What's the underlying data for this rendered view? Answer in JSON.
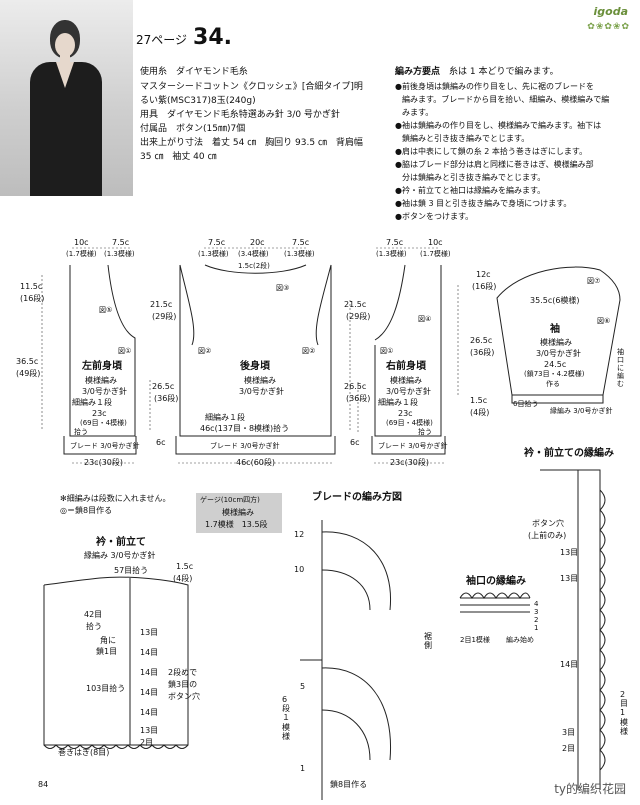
{
  "header": {
    "page_label": "27ページ",
    "pattern_number": "34.",
    "brand": "igoda",
    "brand_ornament": "✿❀✿❀✿"
  },
  "materials": {
    "line1": "使用糸　ダイヤモンド毛糸",
    "line2": "マスターシードコットン《クロッシェ》[合細タイプ]明",
    "line3": "るい紫(MSC317)8玉(240g)",
    "line4": "用具　ダイヤモンド毛糸特選あみ針 3/0 号かぎ針",
    "line5": "付属品　ボタン(15㎜)7個",
    "line6": "出来上がり寸法　着丈 54 ㎝　胸回り 93.5 ㎝　背肩幅",
    "line7": "35 ㎝　袖丈 40 ㎝"
  },
  "points": {
    "title": "編み方要点",
    "intro": "糸は 1 本どりで編みます。",
    "b1": "●前後身頃は鎖編みの作り目をし、先に裾のブレードを",
    "b1b": "編みます。ブレードから目を拾い、細編み、模様編みで編",
    "b1c": "みます。",
    "b2": "●袖は鎖編みの作り目をし、模様編みで編みます。袖下は",
    "b2b": "鎖編みと引き抜き編みでとじます。",
    "b3": "●肩は中表にして鎖の糸 2 本拾う巻きはぎにします。",
    "b4": "●脇はブレード部分は肩と同様に巻きはぎ、模様編み部",
    "b4b": "分は鎖編みと引き抜き編みでとじます。",
    "b5": "●衿・前立てと袖口は縁編みを編みます。",
    "b6": "●袖は鎖 3 目と引き抜き編みで身頃につけます。",
    "b7": "●ボタンをつけます。"
  },
  "left_front": {
    "title": "左前身頃",
    "l1": "模様編み",
    "l2": "3/0号かぎ針",
    "l3": "細編み１段",
    "l4": "23c",
    "l5": "(69目・4模様)",
    "l6": "拾う",
    "braid": "ブレード 3/0号かぎ針",
    "bottom": "23c(30段)",
    "top1": "10c",
    "top1b": "(1.7模様)",
    "top2": "7.5c",
    "top2b": "(1.3模様)",
    "side1": "11.5c",
    "side1b": "(16段)",
    "side2": "36.5c",
    "side2b": "(49段)",
    "right1": "26.5c",
    "right1b": "(36段)",
    "right2": "6c",
    "z5": "図⑤",
    "z1": "図①"
  },
  "back": {
    "title": "後身頃",
    "l1": "模様編み",
    "l2": "3/0号かぎ針",
    "l3": "細編み１段",
    "l4": "46c(137目・8模様)拾う",
    "braid": "ブレード 3/0号かぎ針",
    "bottom": "46c(60段)",
    "t1": "7.5c",
    "t1b": "(1.3模様)",
    "t2": "20c",
    "t2b": "(3.4模様)",
    "t3": "7.5c",
    "t3b": "(1.3模様)",
    "neck": "1.5c(2段)",
    "side1": "21.5c",
    "side1b": "(29段)",
    "z3": "図③",
    "z2a": "図②",
    "z2b": "図②"
  },
  "right_front": {
    "title": "右前身頃",
    "l1": "模様編み",
    "l2": "3/0号かぎ針",
    "l3": "細編み１段",
    "l4": "23c",
    "l5": "(69目・4模様)",
    "l6": "拾う",
    "braid": "ブレード 3/0号かぎ針",
    "bottom": "23c(30段)",
    "t1": "7.5c",
    "t1b": "(1.3模様)",
    "t2": "10c",
    "t2b": "(1.7模様)",
    "side1": "21.5c",
    "side1b": "(29段)",
    "side2": "26.5c",
    "side2b": "(36段)",
    "side3": "6c",
    "z4": "図④",
    "z1": "図①"
  },
  "sleeve": {
    "title": "袖",
    "l1": "模様編み",
    "l2": "3/0号かぎ針",
    "top": "35.5c(6模様)",
    "s1": "12c",
    "s1b": "(16段)",
    "s2": "26.5c",
    "s2b": "(36段)",
    "s3": "1.5c",
    "s3b": "(4段)",
    "cuff": "24.5c",
    "cuff2": "(鎖73目・4.2模様)",
    "cuff3": "作る",
    "pick": "6目拾う",
    "edge": "縁編み 3/0号かぎ針",
    "side_note": "袖口に編む",
    "z7": "図⑦",
    "z6": "図⑥"
  },
  "notes": {
    "n1": "✻細編みは段数に入れません。",
    "n2": "◎＝鎖8目作る"
  },
  "gauge": {
    "title": "ゲージ(10cm四方)",
    "l1": "模様編み",
    "l2": "1.7模様　13.5段"
  },
  "collar": {
    "title": "衿・前立て",
    "sub": "縁編み 3/0号かぎ針",
    "a1": "57目拾う",
    "a2": "1.5c",
    "a3": "(4段)",
    "a4": "42目",
    "a5": "拾う",
    "a6": "角に",
    "a7": "鎖1目",
    "a8": "103目拾う",
    "a9": "2段めで",
    "a10": "鎖3目の",
    "a11": "ボタン穴",
    "a12": "13目",
    "a13": "14目",
    "a14": "14目",
    "a15": "14目",
    "a16": "14目",
    "a17": "13目",
    "a18": "2目",
    "a19": "巻きはぎ(8目)"
  },
  "braid": {
    "title": "ブレードの編み方図",
    "r12": "12",
    "r10": "10",
    "r5": "5",
    "r1": "1",
    "rep": "6段１模様",
    "side": "裾側",
    "base": "鎖8目作る"
  },
  "cuff_edge": {
    "title": "袖口の縁編み",
    "start": "編み始め",
    "rep": "2目1模様",
    "r4": "4",
    "r3": "3",
    "r2": "2",
    "r1": "1"
  },
  "front_edge": {
    "title": "衿・前立ての縁編み",
    "bh": "ボタン穴",
    "bh2": "(上前のみ)",
    "c1": "13目",
    "c2": "13目",
    "c3": "14目",
    "c4": "3目",
    "c5": "2目",
    "rep": "2目1模様"
  },
  "footer": {
    "page": "84",
    "watermark": "ty的编织花园"
  }
}
